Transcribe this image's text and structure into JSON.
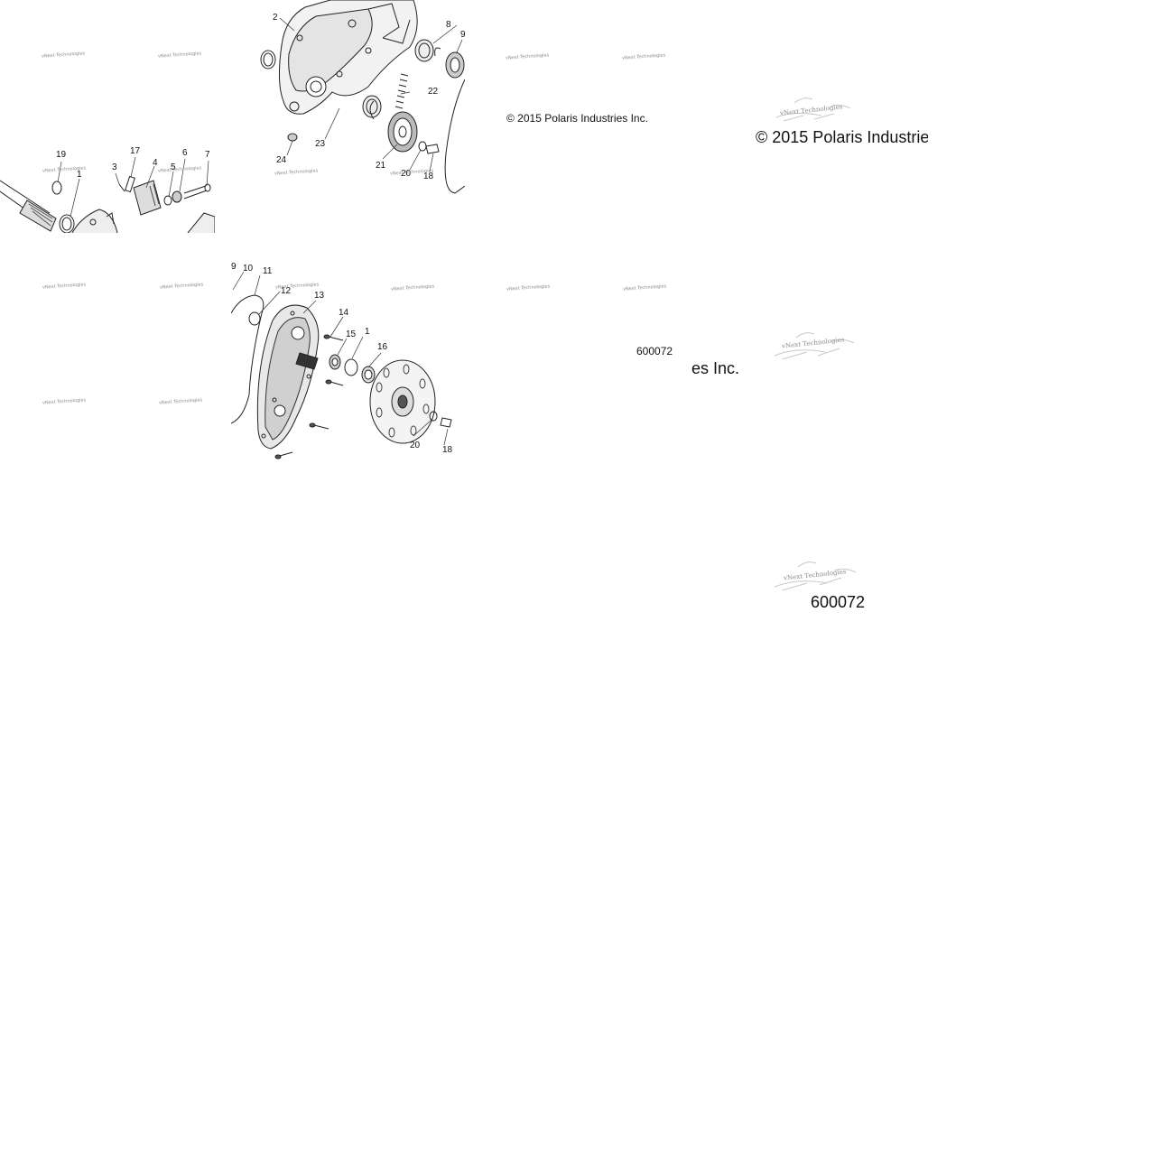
{
  "watermark": {
    "text": "vNext Technologies",
    "color": "#8a8a8a"
  },
  "tile_top_left": {
    "callouts": [
      "19",
      "1",
      "3",
      "17",
      "4",
      "5",
      "6",
      "7"
    ]
  },
  "tile_top_mid": {
    "callouts": [
      "2",
      "8",
      "9",
      "22",
      "23",
      "24",
      "21",
      "20",
      "18"
    ]
  },
  "tile_bottom_mid": {
    "callouts": [
      "9",
      "10",
      "11",
      "12",
      "13",
      "14",
      "15",
      "1",
      "16",
      "20",
      "18"
    ]
  },
  "copyright": {
    "small": "© 2015 Polaris Industries Inc.",
    "large_fragment_top": "© 2015 Polaris Industrie",
    "large_fragment_mid": "es Inc."
  },
  "figure_code": {
    "small": "600072",
    "large": "600072"
  }
}
